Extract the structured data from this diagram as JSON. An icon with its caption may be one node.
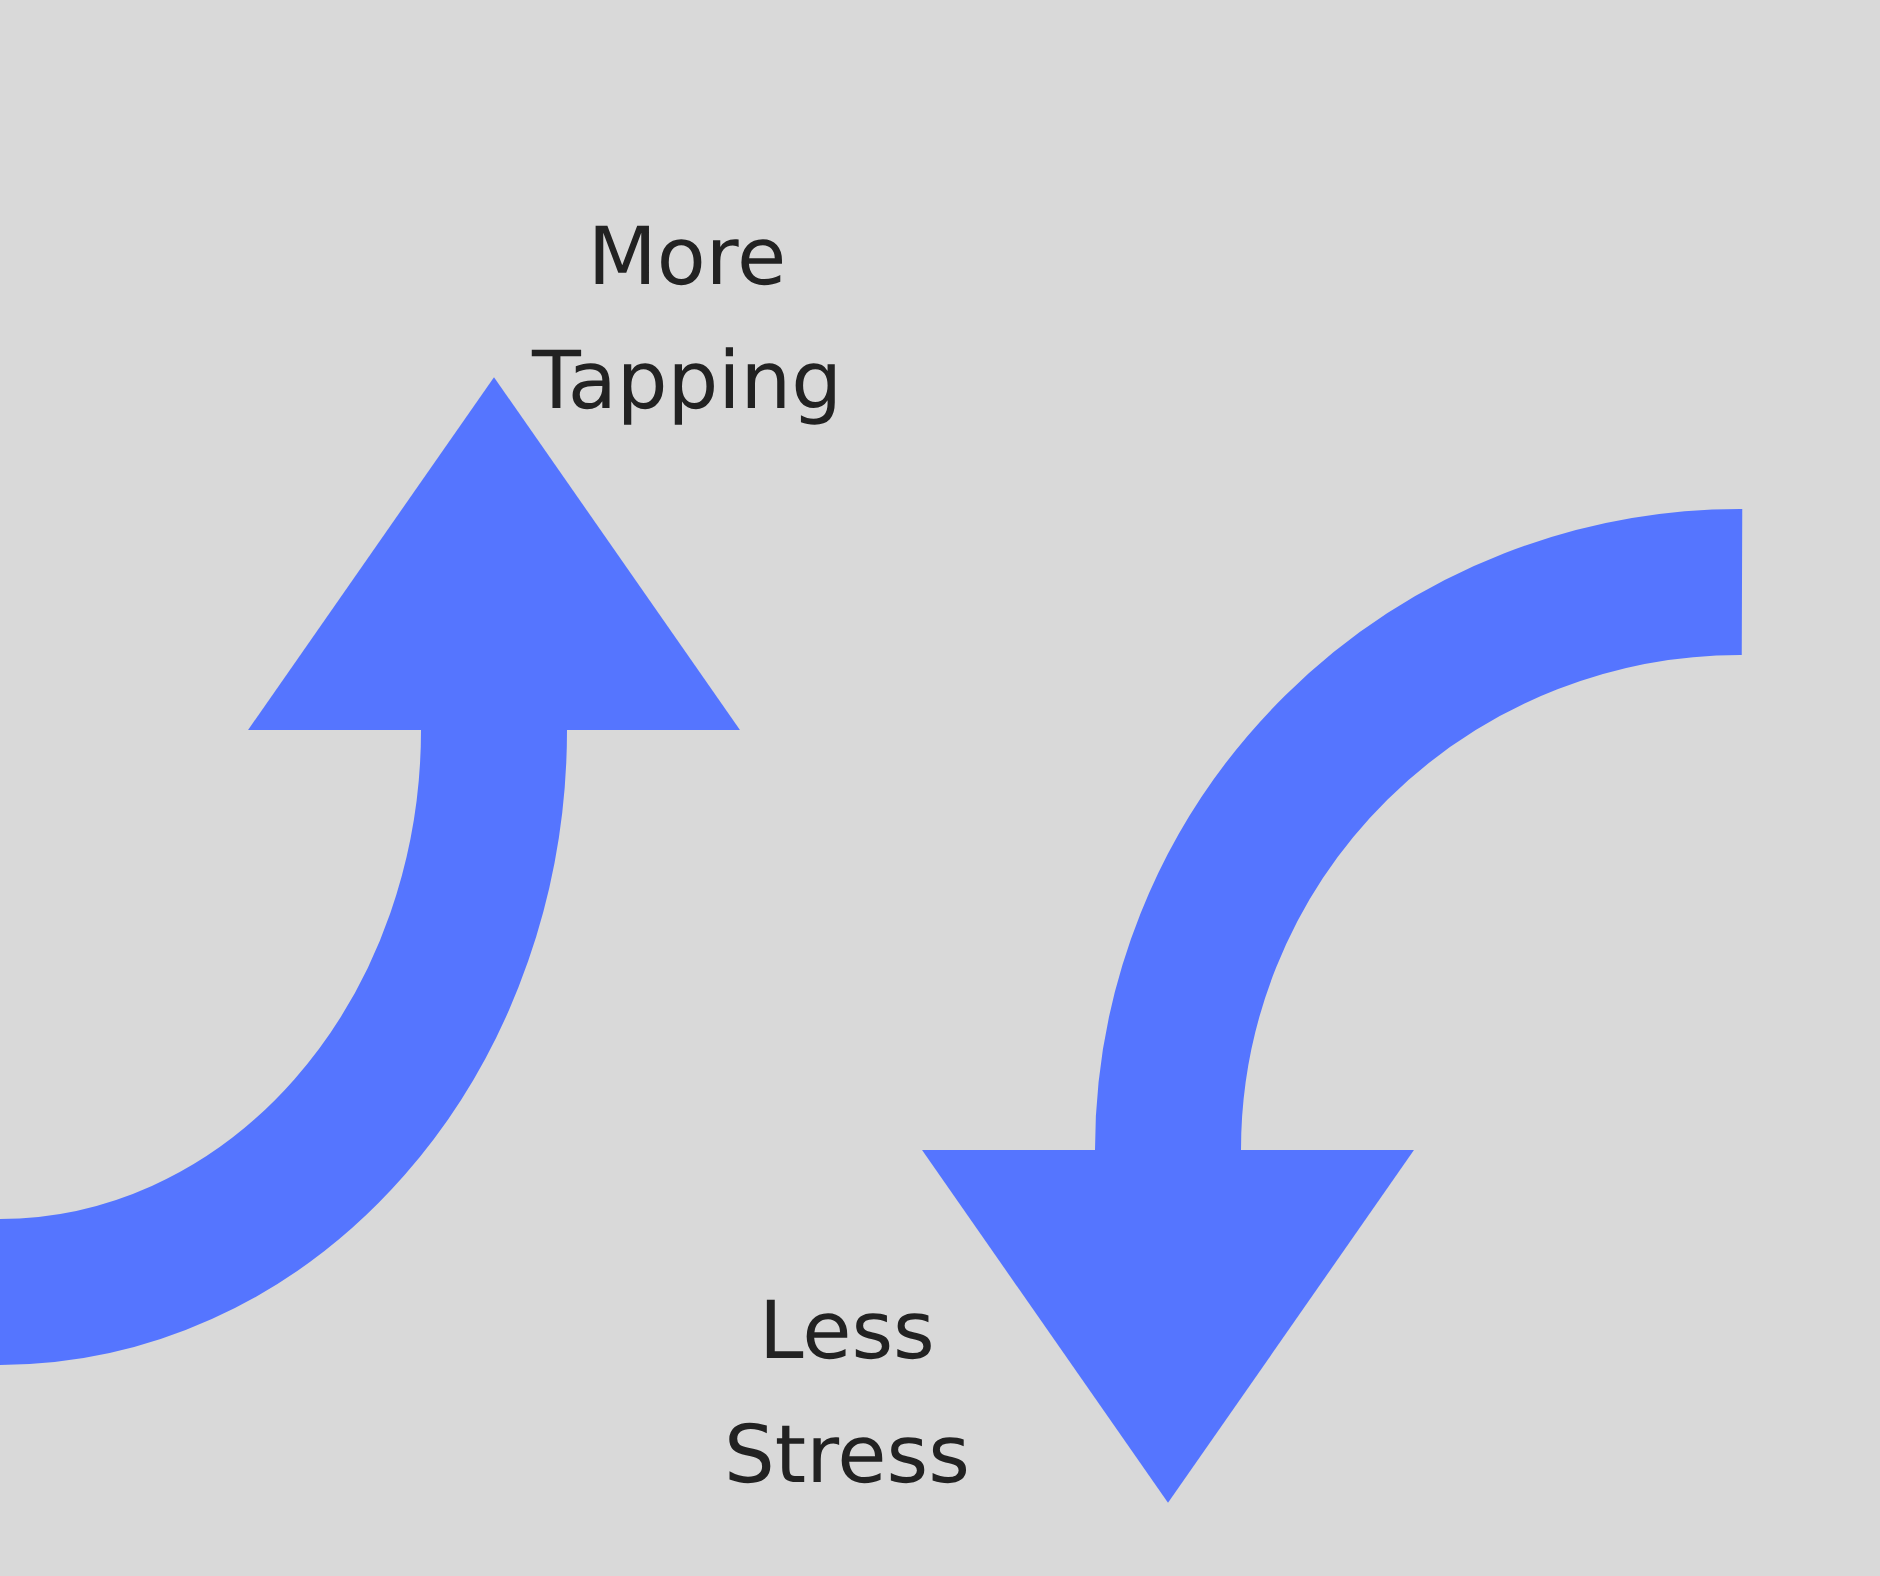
{
  "diagram": {
    "nodes": [
      {
        "text": [
          "More Tapping"
        ]
      },
      {
        "text": [
          "Less Stress"
        ]
      }
    ],
    "edges": [
      {
        "from": null,
        "to": 0,
        "arrow": "to"
      },
      {
        "from": null,
        "to": 1,
        "arrow": "to"
      }
    ]
  }
}
